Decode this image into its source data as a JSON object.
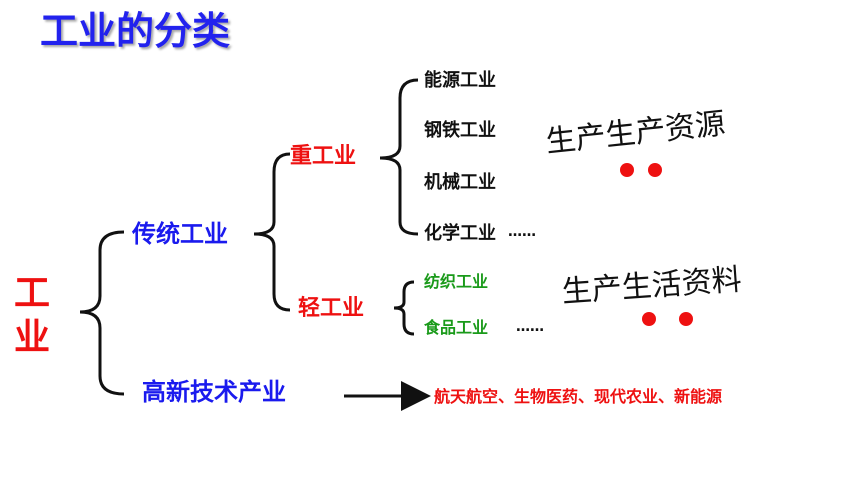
{
  "title": "工业的分类",
  "root": "工业",
  "traditional": {
    "label": "传统工业",
    "heavy": {
      "label": "重工业",
      "items": [
        "能源工业",
        "钢铁工业",
        "机械工业",
        "化学工业"
      ],
      "ellipsis": "……",
      "note": "生产生产资源"
    },
    "light": {
      "label": "轻工业",
      "items": [
        "纺织工业",
        "食品工业"
      ],
      "ellipsis": "……",
      "note": "生产生活资料"
    }
  },
  "hitech": {
    "label": "高新技术产业",
    "examples": "航天航空、生物医药、现代农业、新能源"
  },
  "colors": {
    "title": "#2222ee",
    "category": "#1a1aee",
    "accent": "#ee1111",
    "light_items": "#1a9a1a"
  }
}
